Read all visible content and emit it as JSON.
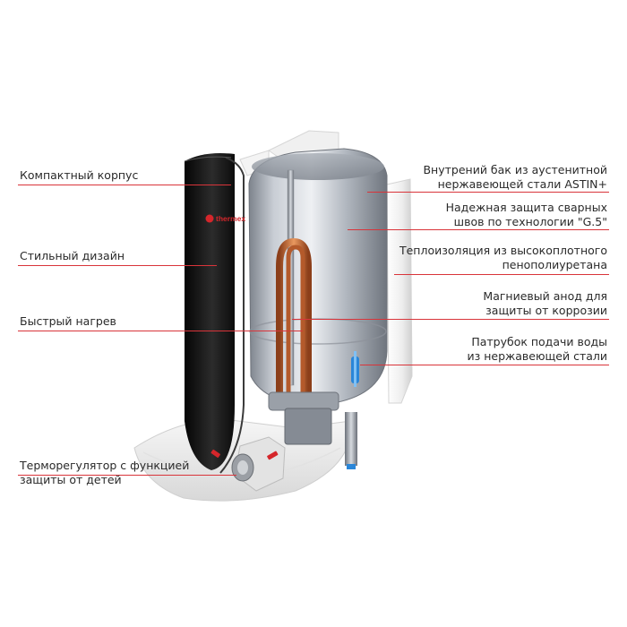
{
  "brand": {
    "logo_text": "thermex"
  },
  "colors": {
    "leader_line": "#d9343a",
    "casing_black": "#161616",
    "tank_steel": "#b7bcc4",
    "heater_copper": "#c8713f",
    "accent_red": "#d5262b",
    "inlet_blue": "#2a86d8"
  },
  "labels": {
    "left": [
      {
        "id": "compact-body",
        "lines": [
          "Компактный корпус"
        ]
      },
      {
        "id": "stylish-design",
        "lines": [
          "Стильный дизайн"
        ]
      },
      {
        "id": "fast-heating",
        "lines": [
          "Быстрый нагрев"
        ]
      },
      {
        "id": "thermostat",
        "lines": [
          "Терморегулятор с функцией",
          "защиты от детей"
        ]
      }
    ],
    "right": [
      {
        "id": "inner-tank",
        "lines": [
          "Внутрений бак из аустенитной",
          "нержавеющей стали ASTIN+"
        ]
      },
      {
        "id": "weld-protection",
        "lines": [
          "Надежная защита сварных",
          "швов по технологии \"G.5\""
        ]
      },
      {
        "id": "insulation",
        "lines": [
          "Теплоизоляция из высокоплотного",
          "пенополиуретана"
        ]
      },
      {
        "id": "magnesium-anode",
        "lines": [
          "Магниевый анод для",
          "защиты от коррозии"
        ]
      },
      {
        "id": "water-inlet",
        "lines": [
          "Патрубок подачи воды",
          "из нержавеющей стали"
        ]
      }
    ]
  }
}
